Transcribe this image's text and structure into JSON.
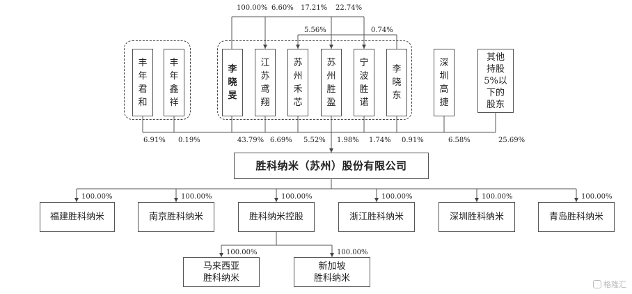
{
  "shareholders_dashed_left": [
    "丰\n年\n君\n和",
    "丰\n年\n鑫\n祥"
  ],
  "shareholders_dashed_right": [
    "李\n晓\n旻",
    "江\n苏\n鸢\n翔",
    "苏\n州\n禾\n芯",
    "苏\n州\n胜\n盈",
    "宁\n波\n胜\n诺",
    "李\n晓\n东"
  ],
  "shareholders_other": [
    "深\n圳\n高\n捷",
    "其他\n持股\n5%以\n下的\n股东"
  ],
  "top_pct": {
    "a": "100.00%",
    "b": "6.60%",
    "c": "17.21%",
    "d": "22.74%",
    "e": "5.56%",
    "f": "0.74%"
  },
  "holding_pct": {
    "fengnian_junhe": "6.91%",
    "fengnian_xinxiang": "0.19%",
    "li_xiaomin": "43.79%",
    "jiangsu_yuanxiang": "6.69%",
    "suzhou_hexin": "5.52%",
    "suzhou_shengying": "1.98%",
    "ningbo_shengnuo": "1.74%",
    "li_xiaodong": "0.91%",
    "shenzhen_gaojie": "6.58%",
    "others": "25.69%"
  },
  "main_company": "胜科纳米（苏州）股份有限公司",
  "subsidiaries": [
    {
      "name": "福建胜科纳米",
      "pct": "100.00%"
    },
    {
      "name": "南京胜科纳米",
      "pct": "100.00%"
    },
    {
      "name": "胜科纳米控股",
      "pct": "100.00%"
    },
    {
      "name": "浙江胜科纳米",
      "pct": "100.00%"
    },
    {
      "name": "深圳胜科纳米",
      "pct": "100.00%"
    },
    {
      "name": "青岛胜科纳米",
      "pct": "100.00%"
    }
  ],
  "sub_subsidiaries": [
    {
      "name": "马来西亚\n胜科纳米",
      "pct": "100.00%"
    },
    {
      "name": "新加坡\n胜科纳米",
      "pct": "100.00%"
    }
  ],
  "watermark": "格隆汇"
}
